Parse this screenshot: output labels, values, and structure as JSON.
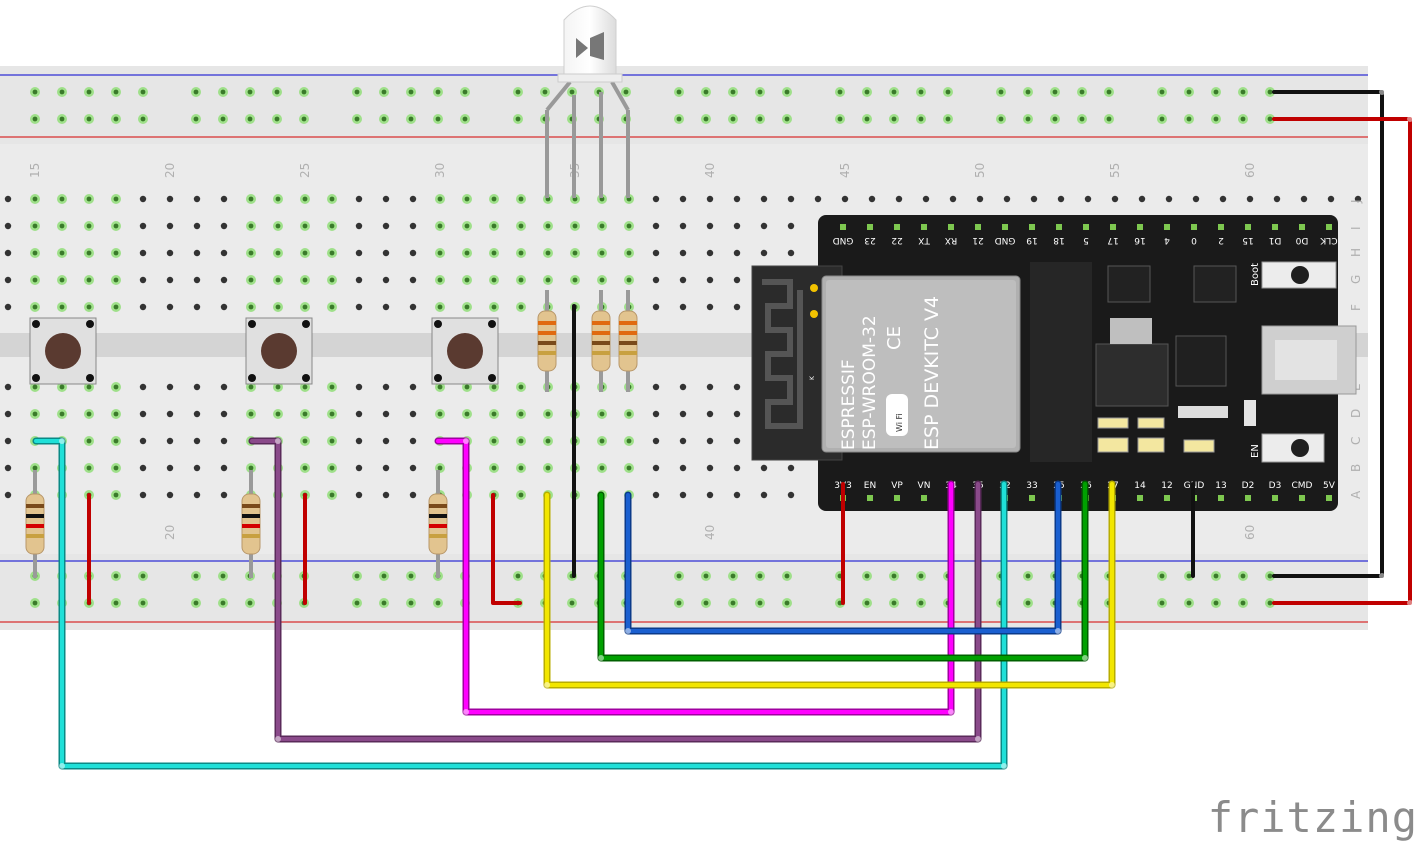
{
  "watermark": "fritzing",
  "breadboard": {
    "columns_top": [
      "15",
      "20",
      "25",
      "30",
      "35",
      "40",
      "45",
      "50",
      "55",
      "60"
    ],
    "columns_bottom": [
      "20",
      "40",
      "60"
    ],
    "rows_right_top": [
      "J",
      "I",
      "H",
      "G",
      "F"
    ],
    "rows_right_bottom": [
      "E",
      "D",
      "C",
      "B",
      "A"
    ]
  },
  "esp32": {
    "module_vendor": "ESPRESSIF",
    "module_name": "ESP-WROOM-32",
    "board_name": "ESP DEVKITC V4",
    "top_pins": [
      "GND",
      "23",
      "22",
      "TX",
      "RX",
      "21",
      "GND",
      "19",
      "18",
      "5",
      "17",
      "16",
      "4",
      "0",
      "2",
      "15",
      "D1",
      "D0",
      "CLK"
    ],
    "bottom_pins": [
      "3V3",
      "EN",
      "VP",
      "VN",
      "34",
      "35",
      "32",
      "33",
      "25",
      "26",
      "27",
      "14",
      "12",
      "GND",
      "13",
      "D2",
      "D3",
      "CMD",
      "5V"
    ],
    "boot_label": "Boot",
    "en_label": "EN",
    "ce_mark": "CE",
    "wifi_badge": "Wi Fi",
    "antenna_mark": "K"
  },
  "colors": {
    "board": "#e8e8e8",
    "red_rail": "#d40000",
    "blue_rail": "#0000d0",
    "wire_red": "#c00000",
    "wire_black": "#111111",
    "wire_yellow": "#f2e600",
    "wire_green": "#00a000",
    "wire_blue": "#1a5fd0",
    "wire_magenta": "#ff00ff",
    "wire_purple": "#8a4a8a",
    "wire_cyan": "#1fe0d8"
  }
}
